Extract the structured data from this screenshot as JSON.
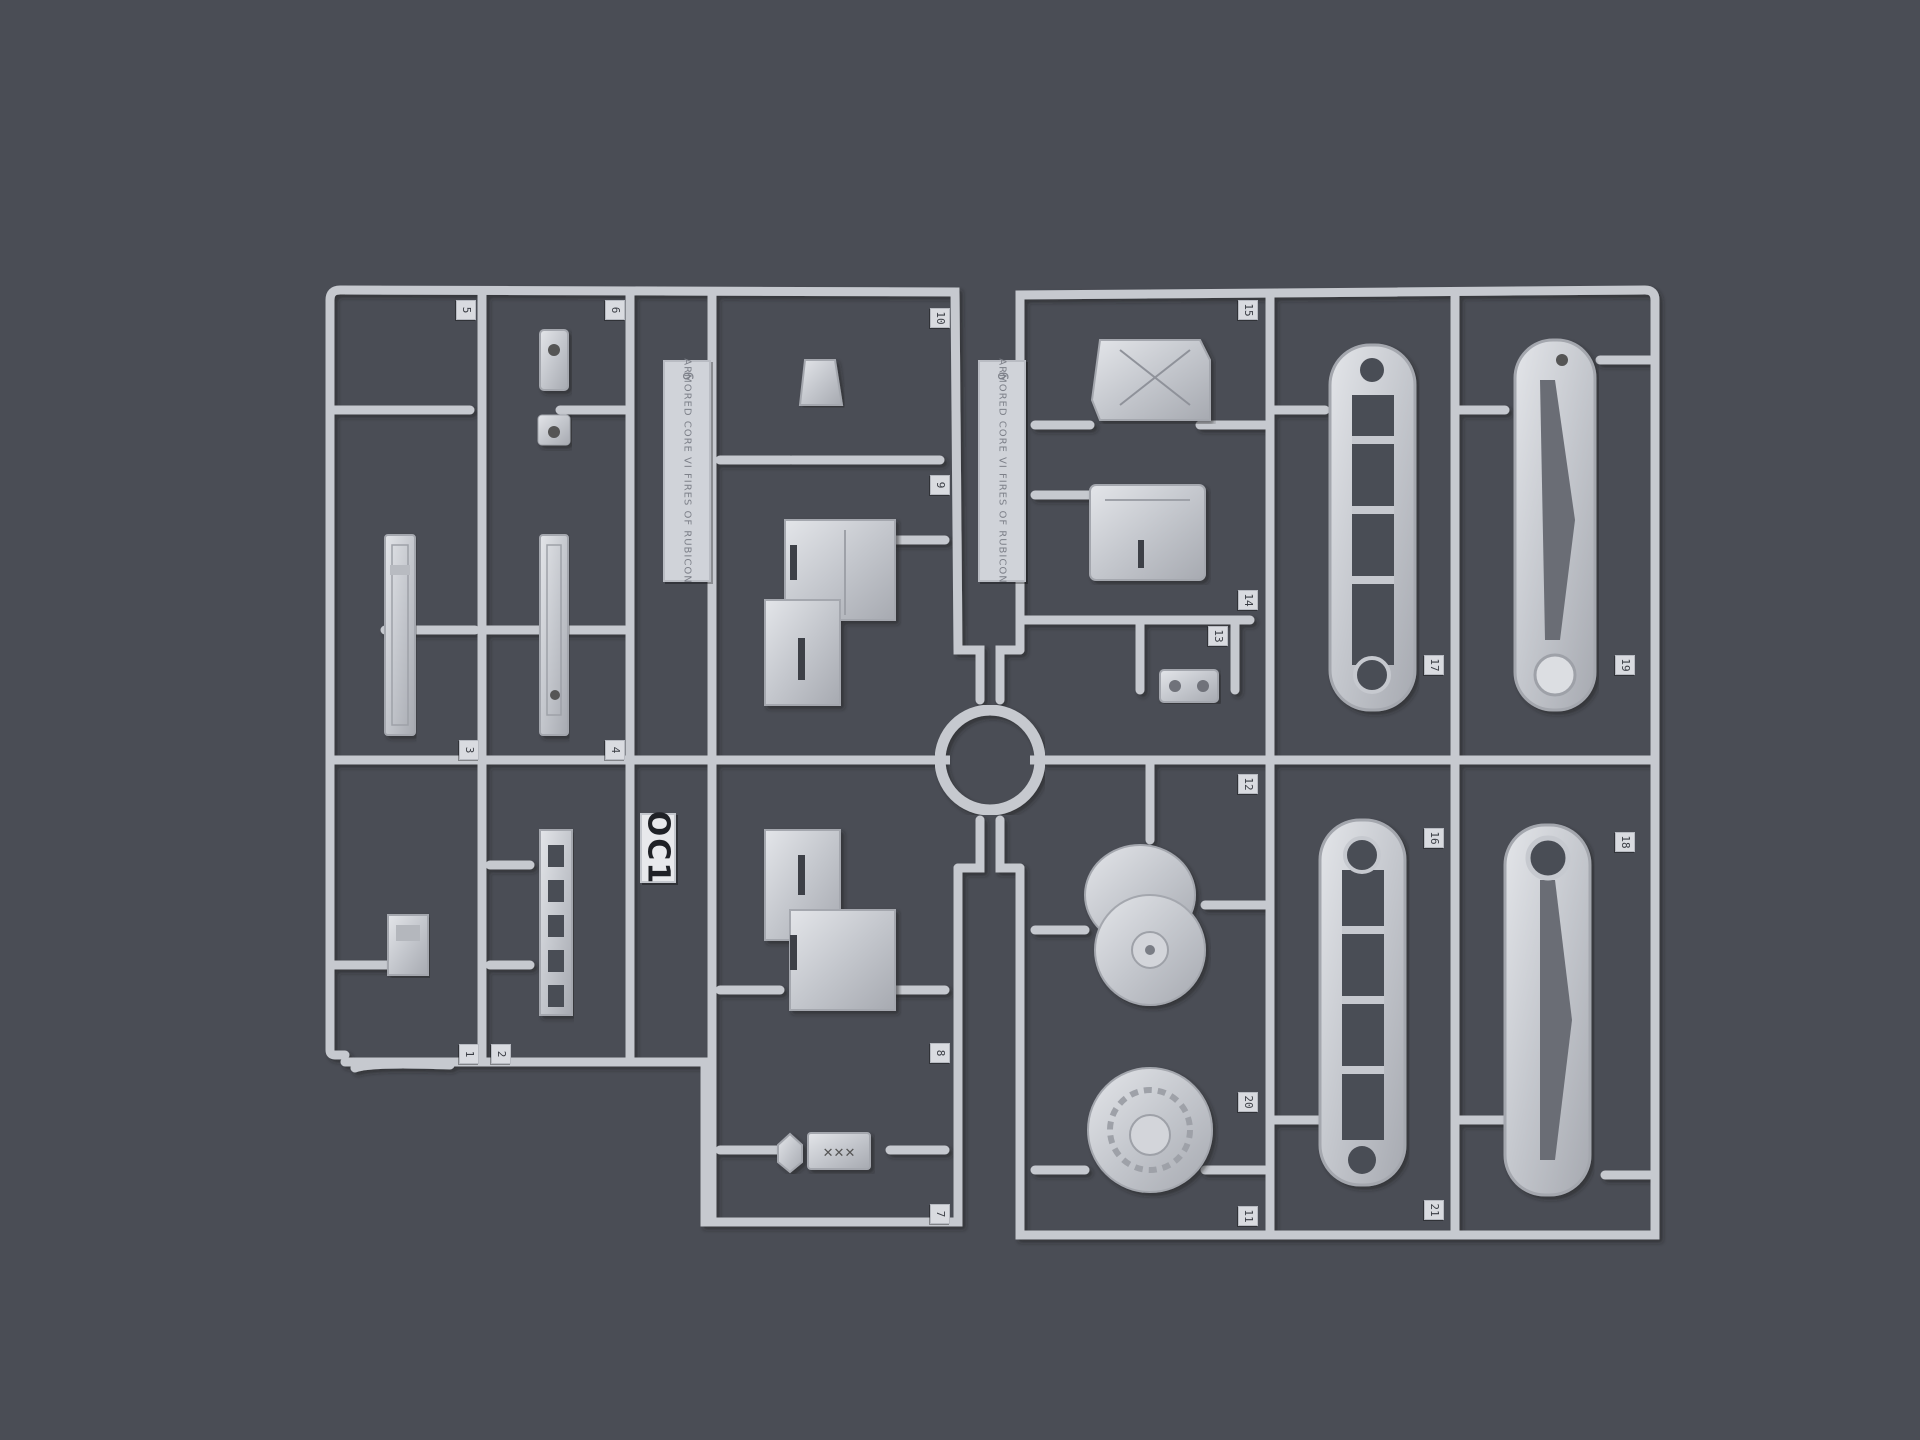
{
  "photo": {
    "subject": "plastic model kit runner (sprue) of light grey parts",
    "background_color": "#4a4d55",
    "sprue_color": "#c9ccd2"
  },
  "runner_code": "OC1",
  "plates": [
    {
      "text": "ARMORED CORE VI FIRES OF RUBICON",
      "mark": "6"
    },
    {
      "text": "ARMORED CORE VI FIRES OF RUBICON",
      "mark": "6"
    }
  ],
  "part_numbers": [
    "1",
    "2",
    "3",
    "4",
    "5",
    "6",
    "7",
    "8",
    "9",
    "10",
    "11",
    "12",
    "13",
    "14",
    "15",
    "16",
    "17",
    "18",
    "19",
    "20",
    "21"
  ]
}
